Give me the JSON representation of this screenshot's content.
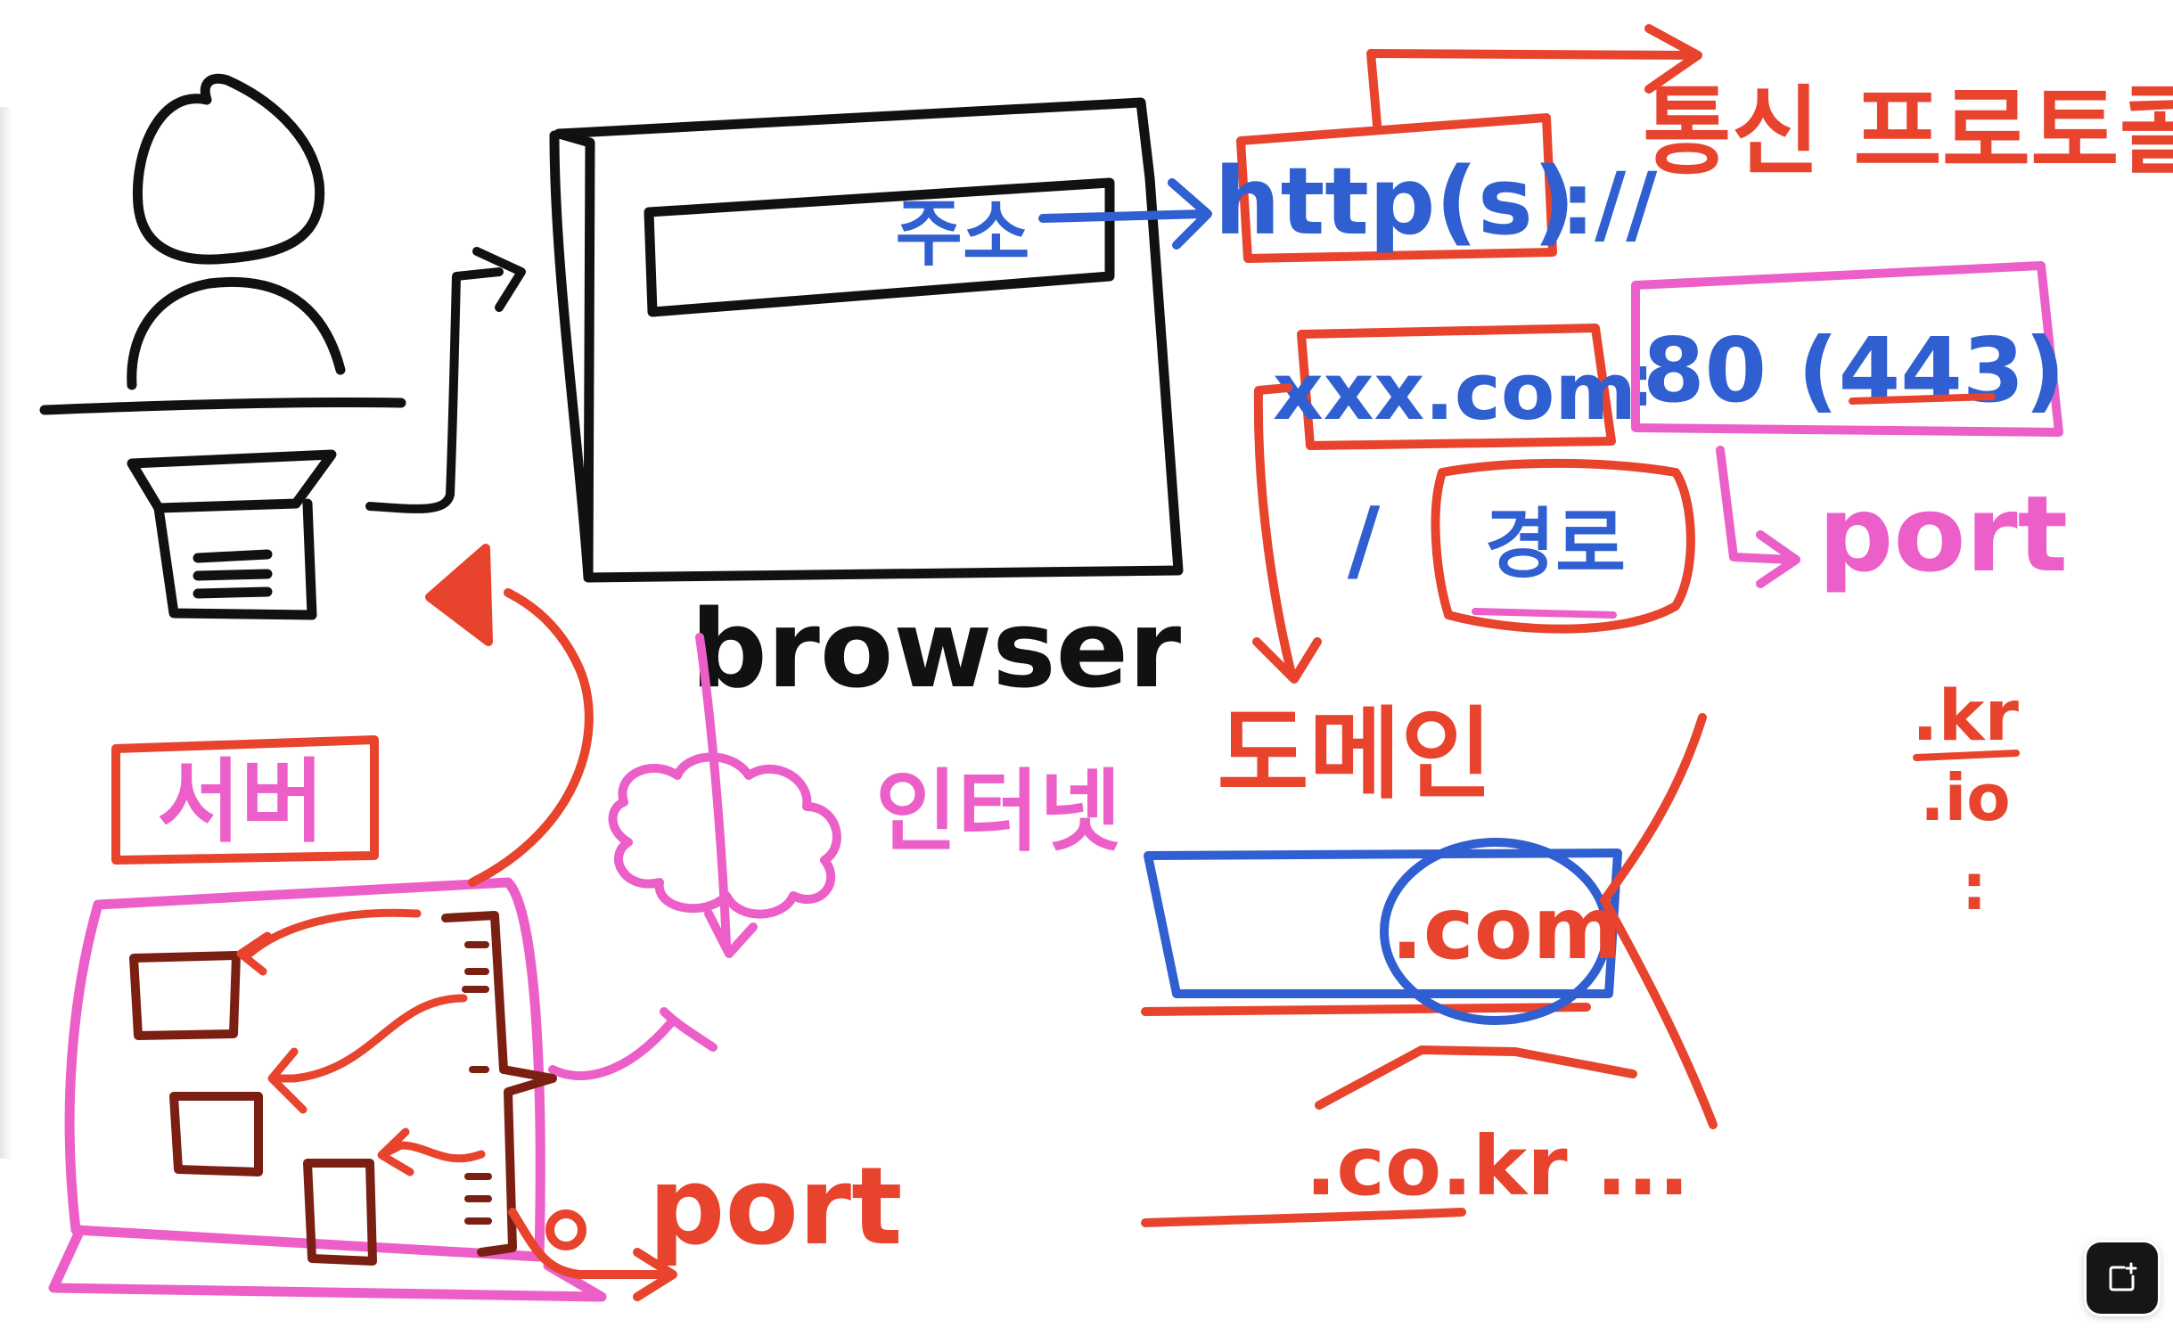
{
  "colors": {
    "black": "#111111",
    "red": "#e8432c",
    "blue": "#2f5fd0",
    "pink": "#ec5fc8",
    "maroon": "#7a1f12",
    "button": "#161616"
  },
  "labels": {
    "browser": "browser",
    "address": "주소",
    "protocol": "http(s)",
    "protocol_sep": "://",
    "comm_protocol": "통신 프로토콜",
    "domain_name": "xxx.com",
    "colon": ":",
    "port_number": "80 (443)",
    "path_slash": "/",
    "path_label": "경로",
    "port_top": "port",
    "domain_label": "도메인",
    "tld_com": ".com",
    "tld_kr": ".kr",
    "tld_io": ".io",
    "vertical_dots": ":",
    "tld_more": ".co.kr ...",
    "internet": "인터넷",
    "server": "서버",
    "port_bottom": "port"
  },
  "icons": {
    "corner_button": "add-window-icon"
  }
}
